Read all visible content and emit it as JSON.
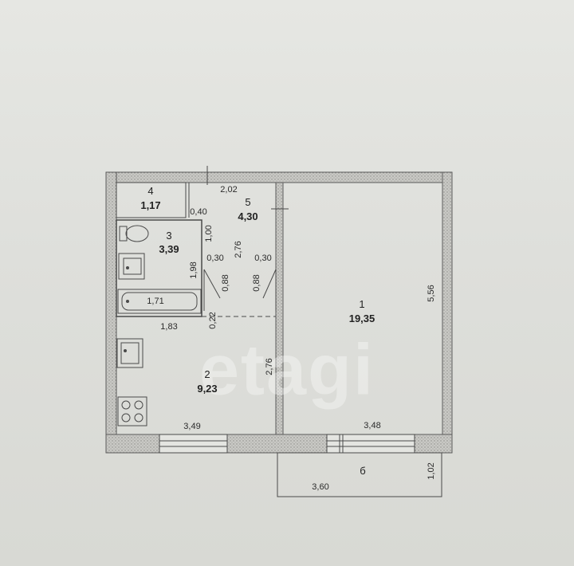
{
  "watermark": "etagi",
  "rooms": {
    "r1": {
      "number": "1",
      "area": "19,35"
    },
    "r2": {
      "number": "2",
      "area": "9,23"
    },
    "r3": {
      "number": "3",
      "area": "3,39"
    },
    "r4": {
      "number": "4",
      "area": "1,17"
    },
    "r5": {
      "number": "5",
      "area": "4,30"
    },
    "balcony": {
      "mark": "б"
    }
  },
  "dimensions": {
    "d_202": "2,02",
    "d_040": "0,40",
    "d_100": "1,00",
    "d_276_top": "2,76",
    "d_030_a": "0,30",
    "d_030_b": "0,30",
    "d_198": "1,98",
    "d_088_a": "0,88",
    "d_088_b": "0,88",
    "d_171": "1,71",
    "d_022": "0,22",
    "d_183": "1,83",
    "d_276_mid": "2,76",
    "d_349": "3,49",
    "d_348": "3,48",
    "d_556": "5,56",
    "d_360": "3,60",
    "d_102": "1,02"
  },
  "colors": {
    "wall_fill": "#cfcfcb",
    "wall_stroke": "#5a5a5a",
    "line": "#4a4a4a",
    "room_bg": "#e4e5e1"
  }
}
